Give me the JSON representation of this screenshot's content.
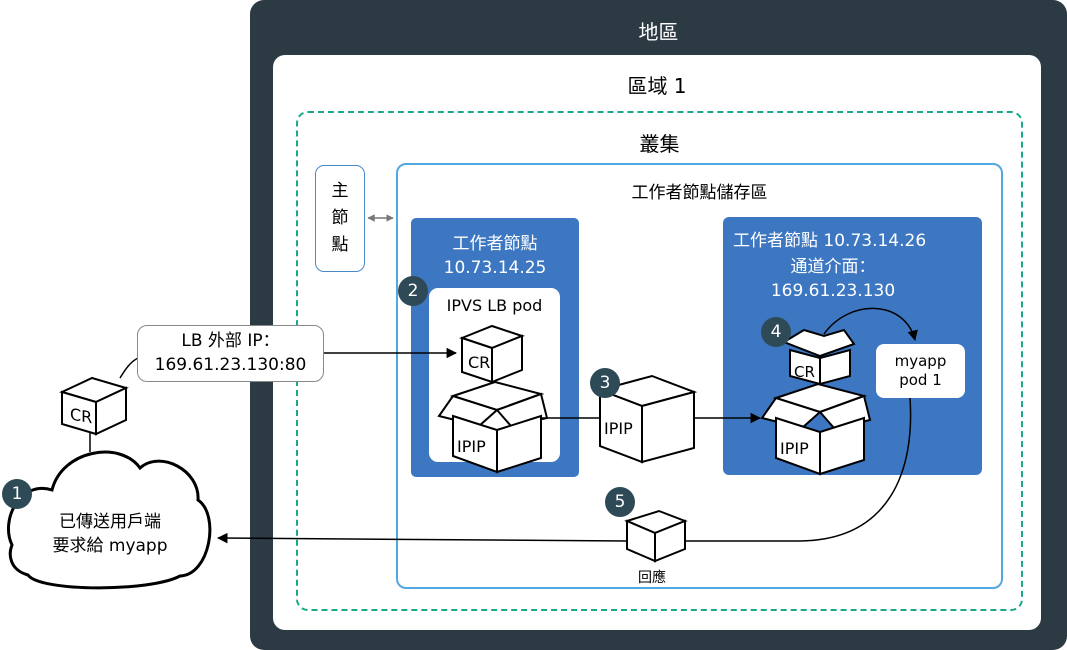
{
  "labels": {
    "region": "地區",
    "zone": "區域 1",
    "cluster": "叢集",
    "worker_pool": "工作者節點儲存區",
    "master": "主節點",
    "worker1_title": "工作者節點",
    "worker1_ip": "10.73.14.25",
    "ipvs_pod": "IPVS LB pod",
    "worker2_title": "工作者節點 10.73.14.26",
    "tunnel_label": "通道介面：",
    "tunnel_ip": "169.61.23.130",
    "myapp_line1": "myapp",
    "myapp_line2": "pod 1",
    "lb_line1": "LB 外部 IP：",
    "lb_line2": "169.61.23.130:80",
    "client_line1": "已傳送用戶端",
    "client_line2": "要求給 myapp",
    "reply": "回應",
    "cr": "CR",
    "ipip": "IPIP"
  },
  "steps": [
    "1",
    "2",
    "3",
    "4",
    "5"
  ],
  "colors": {
    "region_bg": "#2c3a44",
    "cluster_border": "#1aa88a",
    "pool_border": "#52a8e0",
    "worker_bg": "#3d77c2",
    "badge_bg": "#2f4a57"
  }
}
